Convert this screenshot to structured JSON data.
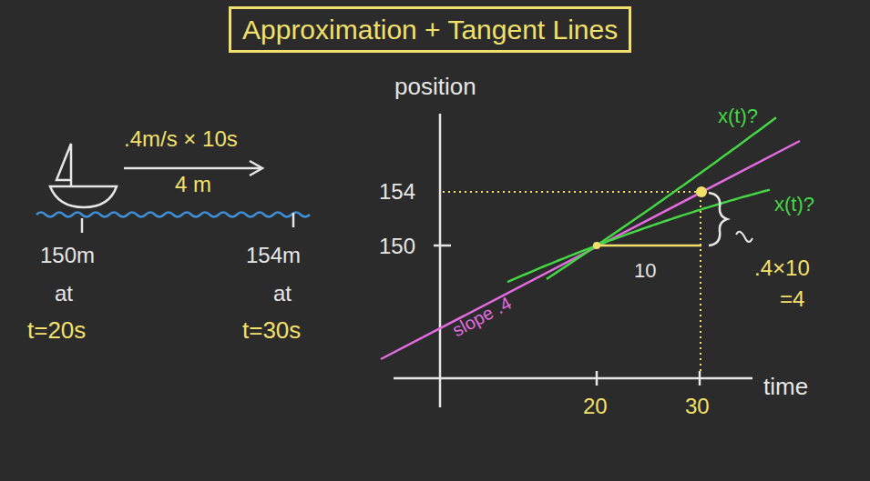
{
  "diagram": {
    "title": "Approximation + Tangent Lines",
    "labels": [
      ".4m/s × 10s",
      "4 m",
      "150m",
      "at",
      "t=20s",
      "154m",
      "at",
      "t=30s",
      "position",
      "x(t)?",
      "x(t)?",
      "154",
      "150",
      "10",
      ".4×10",
      "=4",
      "slope .4",
      "time",
      "20",
      "30"
    ]
  }
}
